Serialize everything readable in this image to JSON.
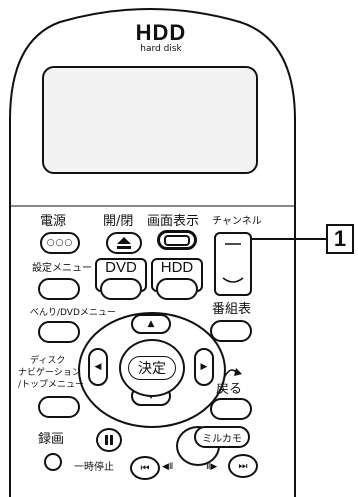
{
  "brand": {
    "logo_text": "HDD",
    "subtitle": "hard disk"
  },
  "callout": {
    "number": "1"
  },
  "labels": {
    "power": "電源",
    "open_close": "開/閉",
    "screen_display": "画面表示",
    "channel": "チャンネル",
    "settings_menu": "設定メニュー",
    "dvd": "DVD",
    "hdd": "HDD",
    "convenience_menu": "べんり/DVDメニュー",
    "program_guide": "番組表",
    "disc_navigation_1": "ディスク",
    "disc_navigation_2": "ナビゲーション",
    "disc_navigation_3": "/トップメニュー",
    "enter": "決定",
    "back": "戻る",
    "record": "録画",
    "pause": "一時停止",
    "mirukamo": "ミルカモ"
  },
  "icons": {
    "power_dots": "○○○",
    "eject": "eject-icon",
    "up": "▲",
    "down": "▼",
    "left": "◀",
    "right": "▶",
    "pause_symbol": "⏸",
    "skip_back": "⏮",
    "skip_forward": "⏭",
    "step_back": "◀Ⅱ",
    "step_forward": "Ⅱ▶"
  },
  "colors": {
    "outline": "#111111",
    "display_fill": "#f2f2f2",
    "callout_bg": "#ffffff"
  }
}
